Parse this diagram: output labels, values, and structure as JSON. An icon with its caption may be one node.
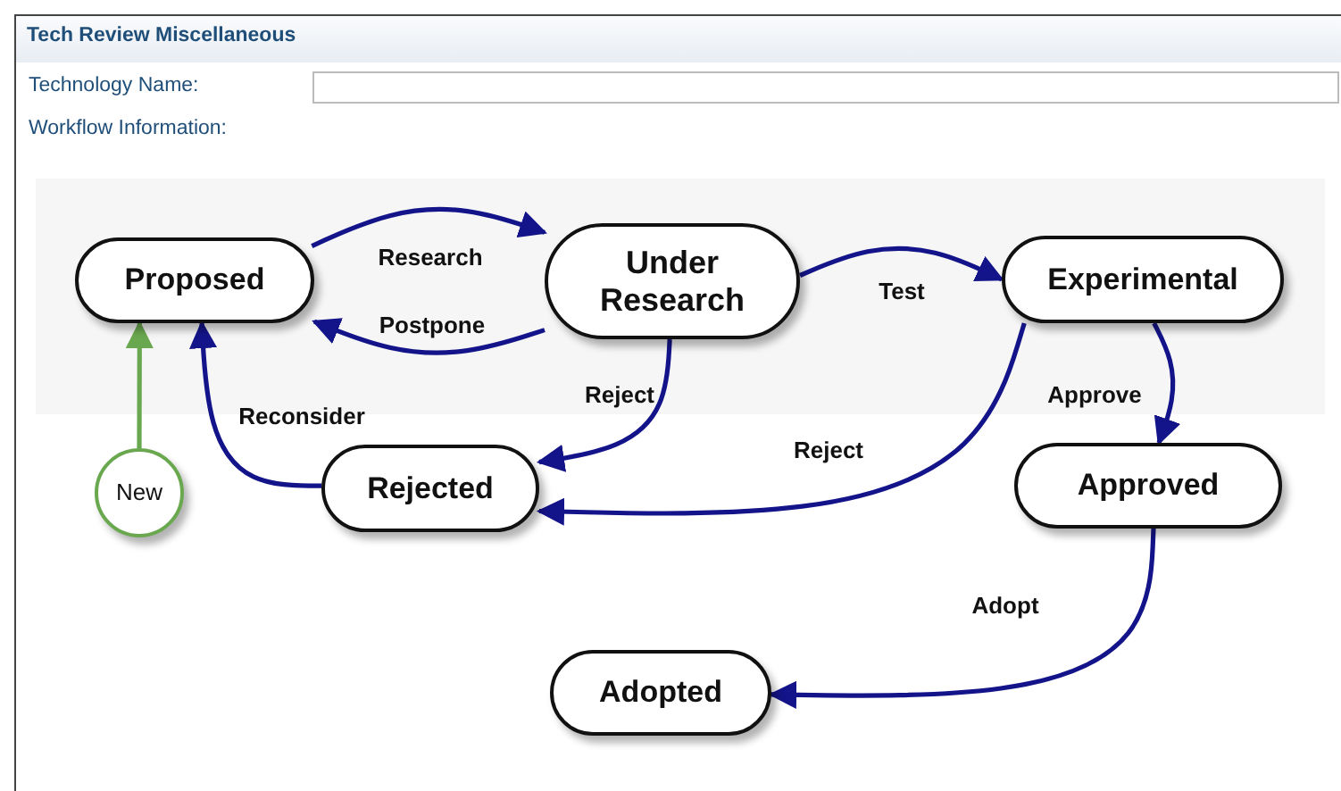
{
  "diagram": {
    "title": "Tech Review Miscellaneous",
    "nodes": [
      {
        "text": [
          "Proposed"
        ]
      },
      {
        "text": [
          "Under Research"
        ]
      },
      {
        "text": [
          "Experimental"
        ]
      },
      {
        "text": [
          "New"
        ]
      },
      {
        "text": [
          "Rejected"
        ]
      },
      {
        "text": [
          "Approved"
        ]
      },
      {
        "text": [
          "Adopted"
        ]
      }
    ],
    "edges": [
      {
        "from": 0,
        "to": 1,
        "arrow": "to",
        "label": "Research"
      },
      {
        "from": 1,
        "to": 0,
        "arrow": "to",
        "label": "Postpone"
      },
      {
        "from": 1,
        "to": 2,
        "arrow": "to",
        "label": "Test"
      },
      {
        "from": 1,
        "to": 4,
        "arrow": "to",
        "label": "Reject"
      },
      {
        "from": 2,
        "to": 5,
        "arrow": "to",
        "label": "Approve"
      },
      {
        "from": 2,
        "to": 4,
        "arrow": "to",
        "label": "Reject"
      },
      {
        "from": 4,
        "to": 0,
        "arrow": "to",
        "label": "Reconsider"
      },
      {
        "from": 3,
        "to": 0,
        "arrow": "to",
        "color": "#6aa84f"
      },
      {
        "from": 5,
        "to": 6,
        "arrow": "to",
        "label": "Adopt"
      }
    ],
    "labels": [
      "Technology Name:",
      "Workflow Information:"
    ]
  }
}
